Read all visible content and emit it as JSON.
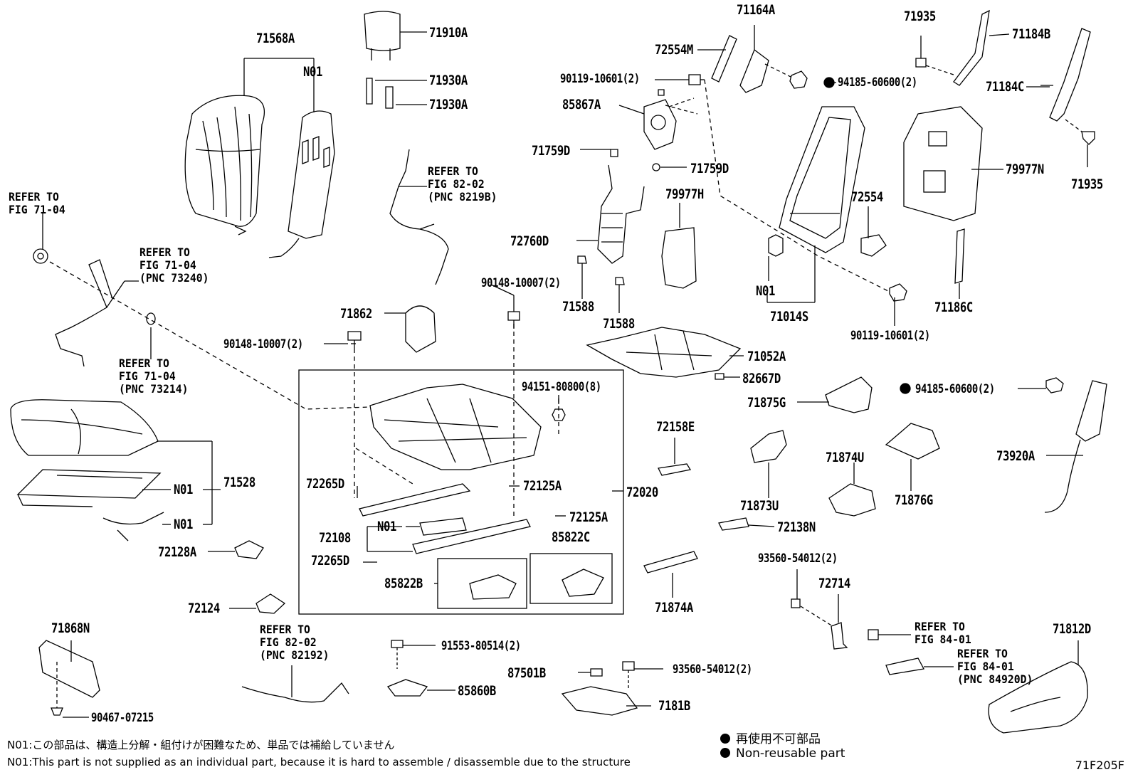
{
  "labels": {
    "l71568A": "71568A",
    "lN01a": "N01",
    "l71910A": "71910A",
    "l71930A1": "71930A",
    "l71930A2": "71930A",
    "l71164A": "71164A",
    "l72554M": "72554M",
    "l90119a": "90119-10601(2)",
    "l85867A": "85867A",
    "l94185a": "94185-60600(2)",
    "l71935a": "71935",
    "l71184B": "71184B",
    "l71184C": "71184C",
    "l79977N": "79977N",
    "l71935b": "71935",
    "l71759D1": "71759D",
    "l71759D2": "71759D",
    "l79977H": "79977H",
    "l72554": "72554",
    "l72760D": "72760D",
    "l90148a": "90148-10007(2)",
    "lN01b": "N01",
    "l71014S": "71014S",
    "l90119b": "90119-10601(2)",
    "l71186C": "71186C",
    "l71588a": "71588",
    "l71588b": "71588",
    "l71862": "71862",
    "l90148b": "90148-10007(2)",
    "l71052A": "71052A",
    "l82667D": "82667D",
    "l94151": "94151-80800(8)",
    "l94185b": "94185-60600(2)",
    "l71875G": "71875G",
    "l72158E": "72158E",
    "l73920A": "73920A",
    "l71528": "71528",
    "lN01c": "N01",
    "lN01d": "N01",
    "l72265D1": "72265D",
    "l72125A1": "72125A",
    "l72020": "72020",
    "l72125A2": "72125A",
    "l72108": "72108",
    "lN01e": "N01",
    "l85822C": "85822C",
    "l72265D2": "72265D",
    "l85822B": "85822B",
    "l71874U": "71874U",
    "l71873U": "71873U",
    "l71876G": "71876G",
    "l72138N": "72138N",
    "l72128A": "72128A",
    "l72124": "72124",
    "l71874A": "71874A",
    "l93560a": "93560-54012(2)",
    "l72714": "72714",
    "l71868N": "71868N",
    "l91553": "91553-80514(2)",
    "l87501B": "87501B",
    "l93560b": "93560-54012(2)",
    "l85860B": "85860B",
    "l7181B": "7181B",
    "l90467": "90467-07215",
    "l71812D": "71812D"
  },
  "refs": {
    "r1": "REFER TO\nFIG 71-04",
    "r2": "REFER TO\nFIG 71-04\n(PNC 73240)",
    "r3": "REFER TO\nFIG 82-02\n(PNC 8219B)",
    "r4": "REFER TO\nFIG 71-04\n(PNC 73214)",
    "r5": "REFER TO\nFIG 82-02\n(PNC 82192)",
    "r6": "REFER TO\nFIG 84-01",
    "r7": "REFER TO\nFIG 84-01\n(PNC 84920D)"
  },
  "notes": {
    "jp": "N01:この部品は、構造上分解・組付けが困難なため、単品では補給していません",
    "en": "N01:This part is not supplied as an individual part, because it is hard to assemble / disassemble due to the structure"
  },
  "legend": {
    "jp": "再使用不可部品",
    "en": "Non-reusable part"
  },
  "figure_id": "71F205F"
}
